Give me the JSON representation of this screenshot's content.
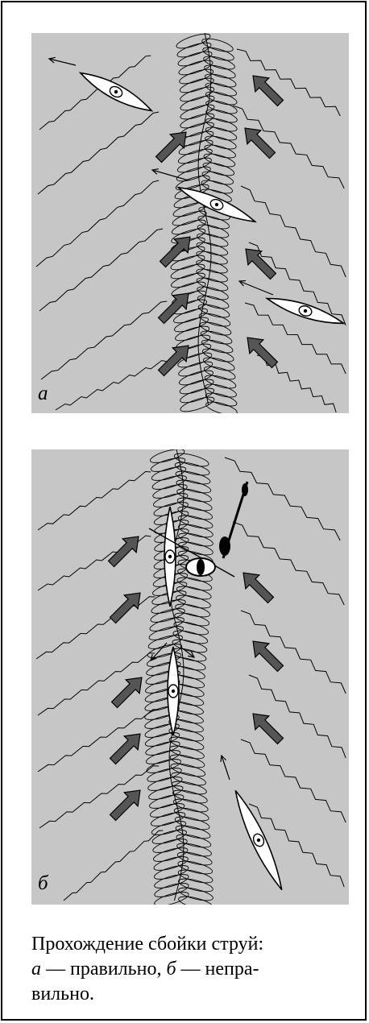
{
  "panels": {
    "a_letter": "а",
    "b_letter": "б"
  },
  "caption": {
    "line1": "Прохождение сбойки струй:",
    "a_letter": "а",
    "a_text": " — правильно, ",
    "b_letter": "б",
    "b_text": " — непра-",
    "line3": "вильно."
  },
  "colors": {
    "water": "#c6c6c6",
    "arrow_fill": "#555555",
    "boat_fill": "#ffffff",
    "line": "#000000"
  },
  "icons": [
    "flow-arrow-icon",
    "kayak-icon",
    "paddler-icon",
    "paddle-icon",
    "direction-arrow-icon"
  ]
}
